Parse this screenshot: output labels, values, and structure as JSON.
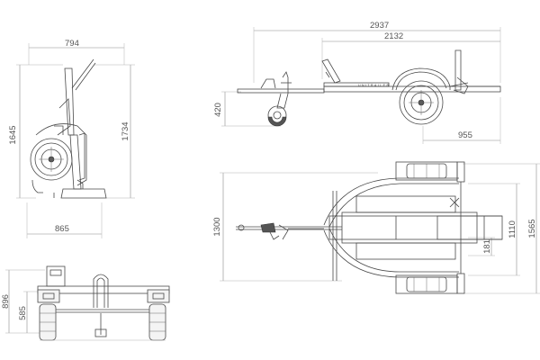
{
  "dimensions": {
    "side_width": "794",
    "side_total_height": "1734",
    "side_height": "1645",
    "side_base_width": "865",
    "front_height": "896",
    "front_axle_height": "585",
    "top_total_length": "2937",
    "top_length": "2132",
    "top_hitch_height": "420",
    "top_rear_length": "955",
    "plan_width": "1300",
    "plan_outer_width": "1565",
    "plan_inner_width": "1110",
    "plan_rail_width": "181"
  },
  "labels": {
    "brand_plate": "UNITRAILER"
  },
  "colors": {
    "line": "#4a4a4a",
    "dimension": "#8c8c8c",
    "text": "#555555"
  }
}
